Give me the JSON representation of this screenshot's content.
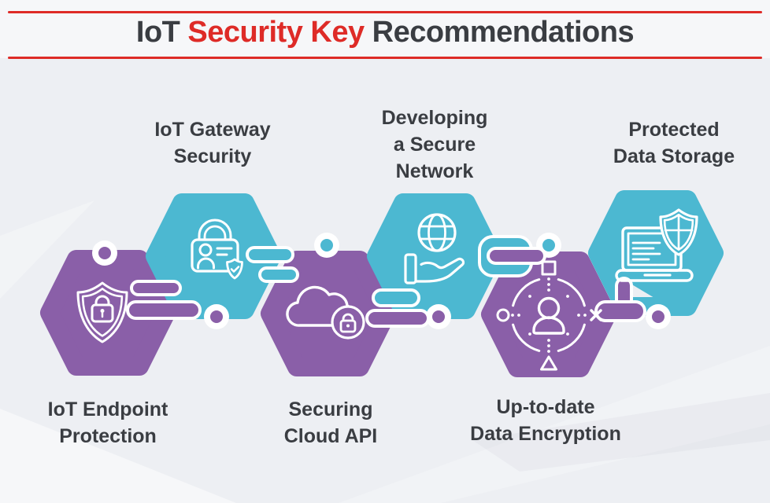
{
  "title": {
    "part1": "IoT",
    "part2": "Security Key",
    "part3": "Recommendations"
  },
  "colors": {
    "teal": "#4cb8d1",
    "purple": "#8a5fa8",
    "red": "#de2b27",
    "text": "#3a3d42",
    "background": "#edeff3"
  },
  "items": [
    {
      "id": "endpoint",
      "icon": "shield-lock-icon",
      "hex_color": "purple",
      "label_position": "below",
      "label_line1": "IoT Endpoint",
      "label_line2": "Protection"
    },
    {
      "id": "gateway",
      "icon": "id-card-lock-icon",
      "hex_color": "teal",
      "label_position": "above",
      "label_line1": "IoT Gateway",
      "label_line2": "Security"
    },
    {
      "id": "cloud-api",
      "icon": "cloud-lock-icon",
      "hex_color": "purple",
      "label_position": "below",
      "label_line1": "Securing",
      "label_line2": "Cloud API"
    },
    {
      "id": "network",
      "icon": "globe-hand-icon",
      "hex_color": "teal",
      "label_position": "above",
      "label_line1": "Developing",
      "label_line2": "a Secure",
      "label_line3": "Network"
    },
    {
      "id": "encryption",
      "icon": "user-target-icon",
      "hex_color": "purple",
      "label_position": "below",
      "label_line1": "Up-to-date",
      "label_line2": "Data Encryption"
    },
    {
      "id": "storage",
      "icon": "laptop-shield-icon",
      "hex_color": "teal",
      "label_position": "above",
      "label_line1": "Protected",
      "label_line2": "Data Storage"
    }
  ]
}
